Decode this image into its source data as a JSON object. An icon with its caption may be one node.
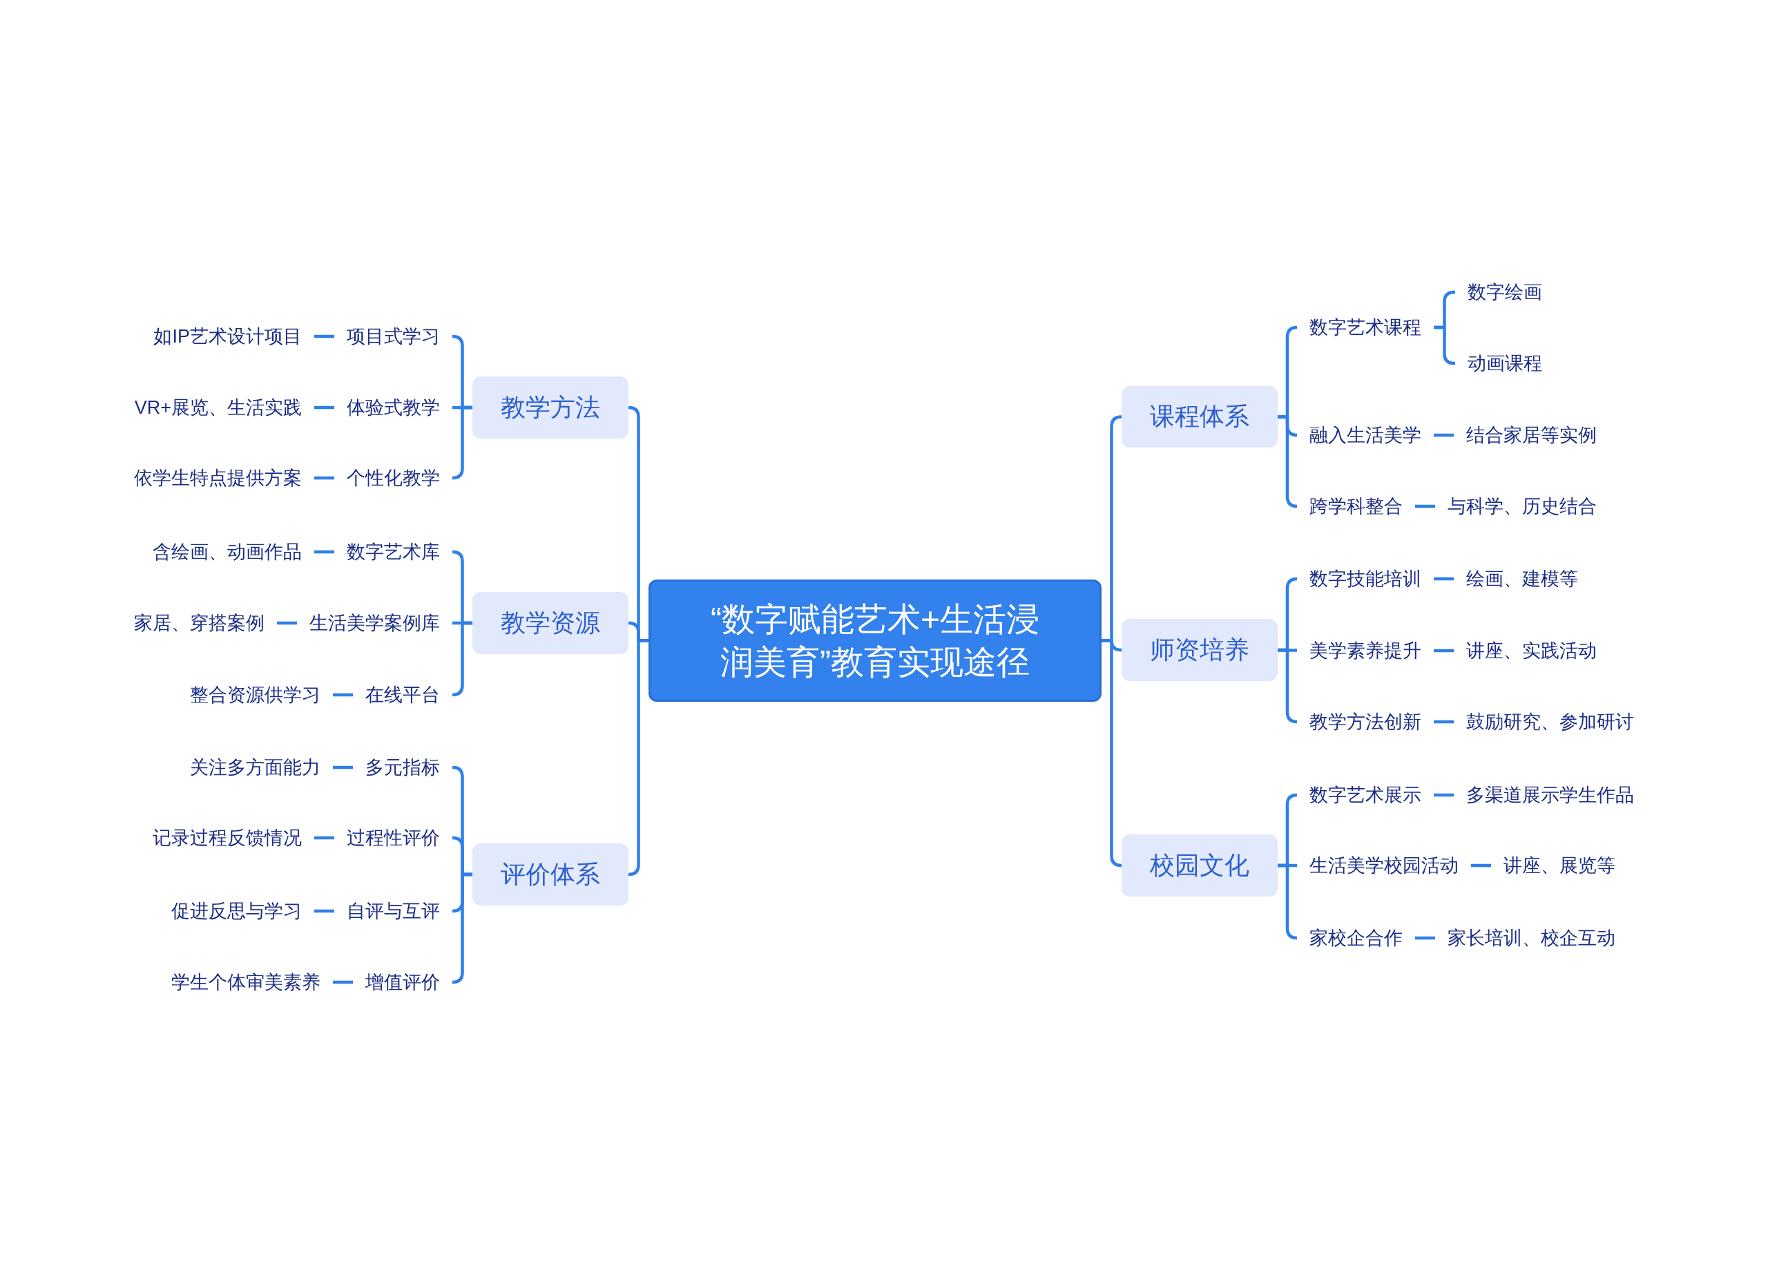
{
  "diagram": {
    "nodes": [
      {
        "text": [
          "“数字赋能艺术+生活浸润美育”教育实现途径"
        ]
      },
      {
        "text": [
          "教学方法"
        ]
      },
      {
        "text": [
          "项目式学习"
        ]
      },
      {
        "text": [
          "如IP艺术设计项目"
        ]
      },
      {
        "text": [
          "体验式教学"
        ]
      },
      {
        "text": [
          "VR+展览、生活实践"
        ]
      },
      {
        "text": [
          "个性化教学"
        ]
      },
      {
        "text": [
          "依学生特点提供方案"
        ]
      },
      {
        "text": [
          "教学资源"
        ]
      },
      {
        "text": [
          "数字艺术库"
        ]
      },
      {
        "text": [
          "含绘画、动画作品"
        ]
      },
      {
        "text": [
          "生活美学案例库"
        ]
      },
      {
        "text": [
          "家居、穿搭案例"
        ]
      },
      {
        "text": [
          "在线平台"
        ]
      },
      {
        "text": [
          "整合资源供学习"
        ]
      },
      {
        "text": [
          "评价体系"
        ]
      },
      {
        "text": [
          "多元指标"
        ]
      },
      {
        "text": [
          "关注多方面能力"
        ]
      },
      {
        "text": [
          "过程性评价"
        ]
      },
      {
        "text": [
          "记录过程反馈情况"
        ]
      },
      {
        "text": [
          "自评与互评"
        ]
      },
      {
        "text": [
          "促进反思与学习"
        ]
      },
      {
        "text": [
          "增值评价"
        ]
      },
      {
        "text": [
          "学生个体审美素养"
        ]
      },
      {
        "text": [
          "课程体系"
        ]
      },
      {
        "text": [
          "数字艺术课程"
        ]
      },
      {
        "text": [
          "数字绘画"
        ]
      },
      {
        "text": [
          "动画课程"
        ]
      },
      {
        "text": [
          "融入生活美学"
        ]
      },
      {
        "text": [
          "结合家居等实例"
        ]
      },
      {
        "text": [
          "跨学科整合"
        ]
      },
      {
        "text": [
          "与科学、历史结合"
        ]
      },
      {
        "text": [
          "师资培养"
        ]
      },
      {
        "text": [
          "数字技能培训"
        ]
      },
      {
        "text": [
          "绘画、建模等"
        ]
      },
      {
        "text": [
          "美学素养提升"
        ]
      },
      {
        "text": [
          "讲座、实践活动"
        ]
      },
      {
        "text": [
          "教学方法创新"
        ]
      },
      {
        "text": [
          "鼓励研究、参加研讨"
        ]
      },
      {
        "text": [
          "校园文化"
        ]
      },
      {
        "text": [
          "数字艺术展示"
        ]
      },
      {
        "text": [
          "多渠道展示学生作品"
        ]
      },
      {
        "text": [
          "生活美学校园活动"
        ]
      },
      {
        "text": [
          "讲座、展览等"
        ]
      },
      {
        "text": [
          "家校企合作"
        ]
      },
      {
        "text": [
          "家长培训、校企互动"
        ]
      }
    ],
    "edges": [
      {
        "from": 0,
        "to": 1,
        "arrow": "none"
      },
      {
        "from": 1,
        "to": 2,
        "arrow": "none"
      },
      {
        "from": 2,
        "to": 3,
        "arrow": "none"
      },
      {
        "from": 1,
        "to": 4,
        "arrow": "none"
      },
      {
        "from": 4,
        "to": 5,
        "arrow": "none"
      },
      {
        "from": 1,
        "to": 6,
        "arrow": "none"
      },
      {
        "from": 6,
        "to": 7,
        "arrow": "none"
      },
      {
        "from": 0,
        "to": 8,
        "arrow": "none"
      },
      {
        "from": 8,
        "to": 9,
        "arrow": "none"
      },
      {
        "from": 9,
        "to": 10,
        "arrow": "none"
      },
      {
        "from": 8,
        "to": 11,
        "arrow": "none"
      },
      {
        "from": 11,
        "to": 12,
        "arrow": "none"
      },
      {
        "from": 8,
        "to": 13,
        "arrow": "none"
      },
      {
        "from": 13,
        "to": 14,
        "arrow": "none"
      },
      {
        "from": 0,
        "to": 15,
        "arrow": "none"
      },
      {
        "from": 15,
        "to": 16,
        "arrow": "none"
      },
      {
        "from": 16,
        "to": 17,
        "arrow": "none"
      },
      {
        "from": 15,
        "to": 18,
        "arrow": "none"
      },
      {
        "from": 18,
        "to": 19,
        "arrow": "none"
      },
      {
        "from": 15,
        "to": 20,
        "arrow": "none"
      },
      {
        "from": 20,
        "to": 21,
        "arrow": "none"
      },
      {
        "from": 15,
        "to": 22,
        "arrow": "none"
      },
      {
        "from": 22,
        "to": 23,
        "arrow": "none"
      },
      {
        "from": 0,
        "to": 24,
        "arrow": "none"
      },
      {
        "from": 24,
        "to": 25,
        "arrow": "none"
      },
      {
        "from": 25,
        "to": 26,
        "arrow": "none"
      },
      {
        "from": 25,
        "to": 27,
        "arrow": "none"
      },
      {
        "from": 24,
        "to": 28,
        "arrow": "none"
      },
      {
        "from": 28,
        "to": 29,
        "arrow": "none"
      },
      {
        "from": 24,
        "to": 30,
        "arrow": "none"
      },
      {
        "from": 30,
        "to": 31,
        "arrow": "none"
      },
      {
        "from": 0,
        "to": 32,
        "arrow": "none"
      },
      {
        "from": 32,
        "to": 33,
        "arrow": "none"
      },
      {
        "from": 33,
        "to": 34,
        "arrow": "none"
      },
      {
        "from": 32,
        "to": 35,
        "arrow": "none"
      },
      {
        "from": 35,
        "to": 36,
        "arrow": "none"
      },
      {
        "from": 32,
        "to": 37,
        "arrow": "none"
      },
      {
        "from": 37,
        "to": 38,
        "arrow": "none"
      },
      {
        "from": 0,
        "to": 39,
        "arrow": "none"
      },
      {
        "from": 39,
        "to": 40,
        "arrow": "none"
      },
      {
        "from": 40,
        "to": 41,
        "arrow": "none"
      },
      {
        "from": 39,
        "to": 42,
        "arrow": "none"
      },
      {
        "from": 42,
        "to": 43,
        "arrow": "none"
      },
      {
        "from": 39,
        "to": 44,
        "arrow": "none"
      },
      {
        "from": 44,
        "to": 45,
        "arrow": "none"
      }
    ]
  }
}
